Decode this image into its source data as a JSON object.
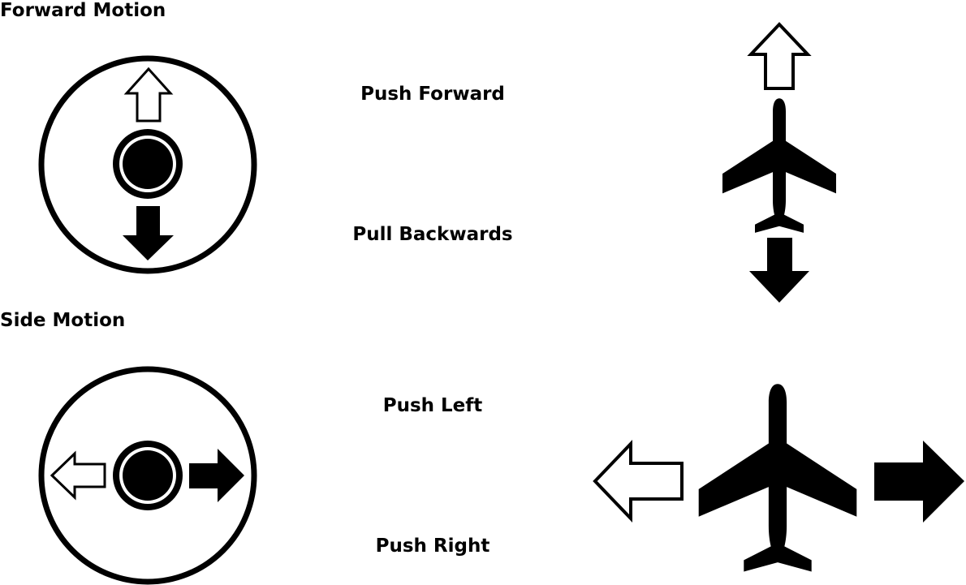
{
  "sections": {
    "forward": {
      "heading": "Forward Motion",
      "push_label": "Push Forward",
      "pull_label": "Pull Backwards"
    },
    "side": {
      "heading": "Side Motion",
      "left_label": "Push Left",
      "right_label": "Push Right"
    }
  },
  "colors": {
    "ink": "#000000",
    "paper": "#ffffff"
  },
  "icons": {
    "joystick": "joystick-knob-icon",
    "arrow_outline": "hollow-arrow-icon",
    "arrow_solid": "solid-arrow-icon",
    "airplane": "airplane-icon"
  }
}
